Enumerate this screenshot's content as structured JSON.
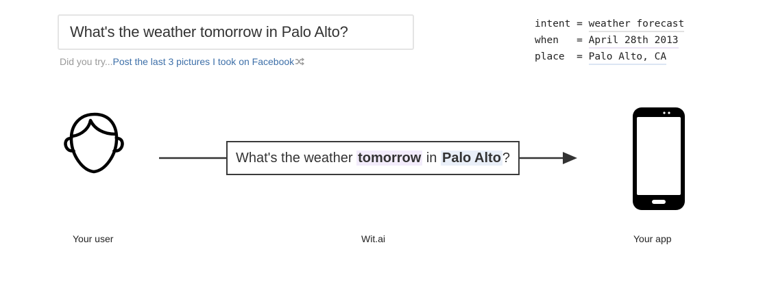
{
  "query_input": {
    "value": "What's the weather tomorrow in Palo Alto?"
  },
  "suggestion": {
    "prefix": "Did you try...",
    "link_text": "Post the last 3 pictures I took on Facebook",
    "icon": "shuffle-icon"
  },
  "entities": [
    {
      "key": "intent",
      "sep": " = ",
      "value": "weather forecast"
    },
    {
      "key": "when  ",
      "sep": " = ",
      "value": "April 28th 2013"
    },
    {
      "key": "place ",
      "sep": " = ",
      "value": "Palo Alto, CA"
    }
  ],
  "diagram": {
    "sentence": {
      "before": "What's the weather ",
      "when": "tomorrow",
      "middle": " in ",
      "place": "Palo Alto",
      "after": "?"
    },
    "captions": {
      "user": "Your user",
      "wit": "Wit.ai",
      "app": "Your app"
    },
    "icons": {
      "user": "user-head-icon",
      "phone": "smartphone-icon",
      "arrow": "arrow-right-icon"
    }
  },
  "colors": {
    "link": "#3d6fa8",
    "when_highlight": "#f3ecfb",
    "place_highlight": "#e9eff8",
    "text": "#333333"
  }
}
